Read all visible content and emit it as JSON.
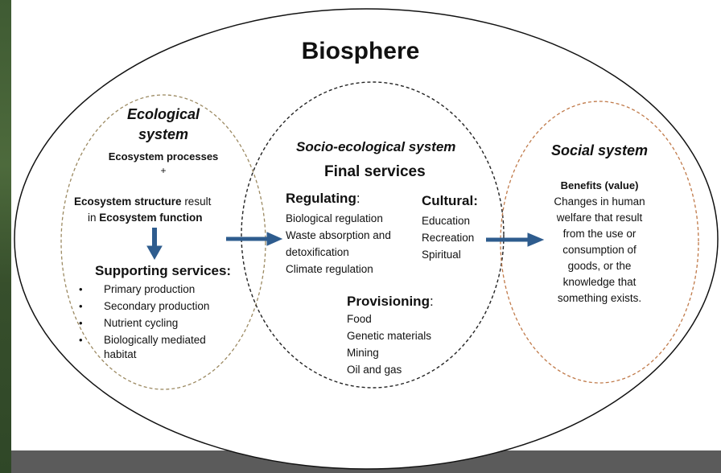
{
  "title": "Biosphere",
  "ecological": {
    "heading_line1": "Ecological",
    "heading_line2": "system",
    "processes": "Ecosystem processes",
    "plus": "+",
    "structure_bold": "Ecosystem structure",
    "structure_rest": " result",
    "in_word": "in ",
    "function_bold": "Ecosystem function",
    "supporting_title": "Supporting services:",
    "supporting_items": [
      "Primary production",
      "Secondary production",
      "Nutrient cycling",
      "Biologically mediated",
      "habitat"
    ]
  },
  "socio": {
    "heading": "Socio-ecological system",
    "final": "Final services",
    "regulating_title": "Regulating",
    "regulating_colon": ":",
    "regulating_items": [
      "Biological regulation",
      "Waste absorption and",
      "detoxification",
      "Climate regulation"
    ],
    "cultural_title": "Cultural:",
    "cultural_items": [
      "Education",
      "Recreation",
      "Spiritual"
    ],
    "provisioning_title": "Provisioning",
    "provisioning_colon": ":",
    "provisioning_items": [
      "Food",
      "Genetic materials",
      "Mining",
      "Oil and gas"
    ]
  },
  "social": {
    "heading": "Social system",
    "benefits": "Benefits (value)",
    "lines": [
      "Changes in human",
      "welfare that result",
      "from the use or",
      "consumption of",
      "goods, or the",
      "knowledge that",
      "something exists."
    ]
  },
  "colors": {
    "arrow": "#2e5c8e",
    "ecological_outline": "#9c8a62",
    "social_outline": "#c07a4a",
    "socio_outline": "#222222"
  }
}
